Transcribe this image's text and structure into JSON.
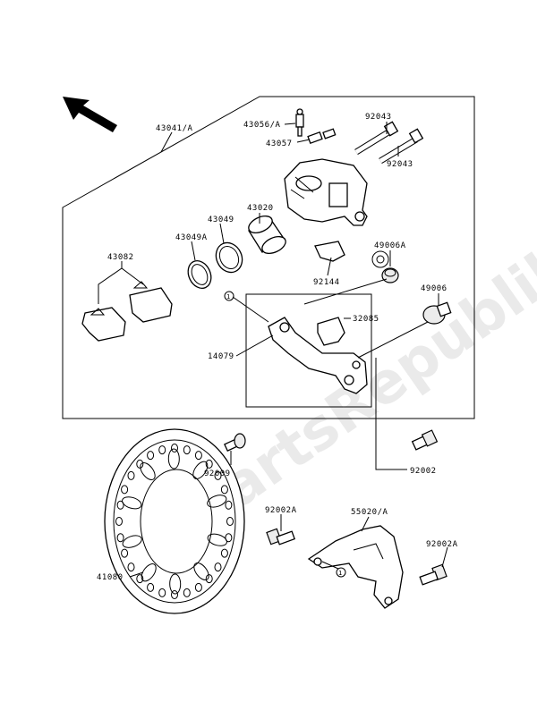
{
  "watermark": "PartsRepublik",
  "labels": {
    "p43041": "43041/A",
    "p43056": "43056/A",
    "p43057": "43057",
    "p92043a": "92043",
    "p92043b": "92043",
    "p43020": "43020",
    "p43049": "43049",
    "p43049a": "43049A",
    "p43082": "43082",
    "p49006a": "49006A",
    "p92144": "92144",
    "p49006": "49006",
    "p32085": "32085",
    "p14079": "14079",
    "p92009": "92009",
    "p92002": "92002",
    "p92002a1": "92002A",
    "p55020": "55020/A",
    "p92002a2": "92002A",
    "p41080": "41080",
    "ref1": "1",
    "ref2": "1"
  }
}
